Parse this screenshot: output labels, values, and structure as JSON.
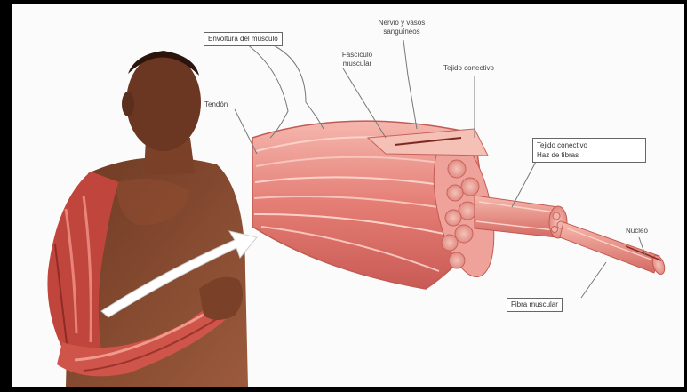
{
  "diagram": {
    "labels": {
      "epimisio": "Envoltura del músculo",
      "tendon": "Tendón",
      "nervio": "Nervio y vasos sanguíneos",
      "fasciculo": "Fascículo muscular",
      "perimisio": "Tejido conectivo",
      "haz": "Haz de fibras",
      "fibra": "Fibra muscular",
      "miofibrilla": "Núcleo"
    },
    "colors": {
      "muscle": "#e06a6a",
      "muscle_light": "#f3b0a8",
      "skin": "#8a4a2e",
      "background": "#fbfbfb",
      "frame": "#000000"
    }
  }
}
